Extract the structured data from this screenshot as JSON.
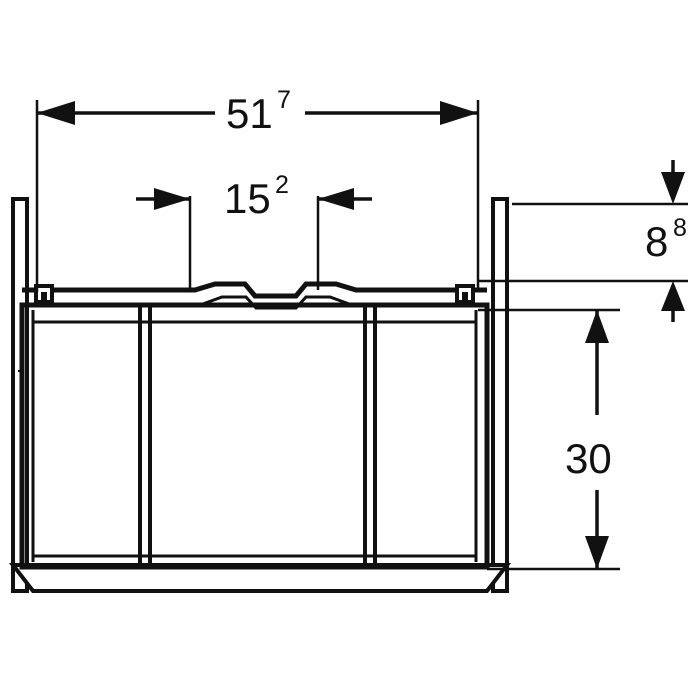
{
  "drawing": {
    "type": "technical-dimension-drawing",
    "subject": "bathroom vanity cabinet front elevation",
    "background_color": "#ffffff",
    "line_color": "#111111",
    "units_note_visible": false
  },
  "dimensions": {
    "overall_width": {
      "value": "51",
      "superscript": "7",
      "label": "51⁷",
      "orientation": "horizontal",
      "position": "top"
    },
    "handle_recess_width": {
      "value": "15",
      "superscript": "2",
      "label": "15²",
      "orientation": "horizontal",
      "position": "upper-center"
    },
    "top_offset_height": {
      "value": "8",
      "superscript": "8",
      "label": "8⁸",
      "orientation": "vertical",
      "position": "right-upper"
    },
    "body_height": {
      "value": "30",
      "superscript": "",
      "label": "30",
      "orientation": "vertical",
      "position": "right-lower"
    }
  },
  "cabinet": {
    "sections": [
      {
        "name": "left-drawer-front"
      },
      {
        "name": "center-drawer-front"
      },
      {
        "name": "right-drawer-front"
      }
    ],
    "features": [
      {
        "name": "left-side-panel"
      },
      {
        "name": "right-side-panel"
      },
      {
        "name": "left-hinge-bracket"
      },
      {
        "name": "right-hinge-bracket"
      },
      {
        "name": "handle-groove-recess"
      },
      {
        "name": "base-plinth"
      }
    ]
  },
  "chart_data": {
    "type": "table",
    "title": "",
    "categories": [
      "overall_width",
      "handle_recess_width",
      "top_offset_height",
      "body_height"
    ],
    "values": [
      51.7,
      15.2,
      8.8,
      30
    ],
    "labels": [
      "51⁷",
      "15²",
      "8⁸",
      "30"
    ],
    "xlabel": "",
    "ylabel": ""
  }
}
